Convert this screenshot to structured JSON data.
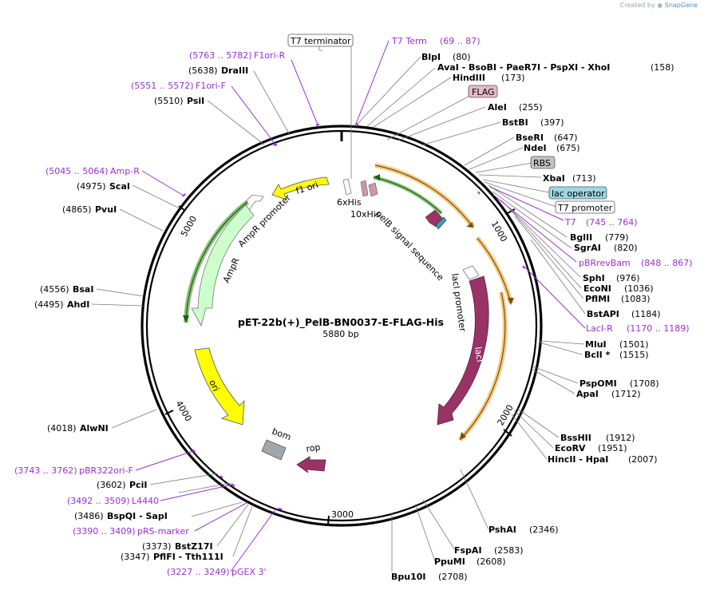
{
  "credit": {
    "prefix": "Created by",
    "brand": "SnapGene"
  },
  "plasmid": {
    "name": "pET-22b(+)_PelB-BN0037-E-FLAG-His",
    "size": "5880 bp"
  },
  "ticks": [
    "1000",
    "2000",
    "3000",
    "4000",
    "5000"
  ],
  "feature_labels": {
    "f1ori": "f1 ori",
    "ampr_promoter": "AmpR promoter",
    "ampr": "AmpR",
    "ori": "ori",
    "bom": "bom",
    "rop": "rop",
    "laci": "lacI",
    "laci_promoter": "lacI promoter",
    "pelb": "pelB signal sequence",
    "his6": "6xHis",
    "his10": "10xHis"
  },
  "sites": {
    "t7term_box": "T7 terminator",
    "t7term_primer": "T7 Term",
    "t7term_range": "(69 .. 87)",
    "blpi": "BlpI",
    "blpi_pos": "(80)",
    "avai": "AvaI  -  BsoBI  -  PaeR7I  -  PspXI  -  XhoI",
    "avai_pos": "(158)",
    "hindiii": "HindIII",
    "hindiii_pos": "(173)",
    "flag": "FLAG",
    "alei": "AleI",
    "alei_pos": "(255)",
    "bstbi": "BstBI",
    "bstbi_pos": "(397)",
    "bseri": "BseRI",
    "bseri_pos": "(647)",
    "ndei": "NdeI",
    "ndei_pos": "(675)",
    "rbs": "RBS",
    "xbai": "XbaI",
    "xbai_pos": "(713)",
    "lacop": "lac operator",
    "t7prom": "T7 promoter",
    "t7": "T7",
    "t7_range": "(745 .. 764)",
    "bglii": "BglII",
    "bglii_pos": "(779)",
    "sgrai": "SgrAI",
    "sgrai_pos": "(820)",
    "pbrrevbam": "pBRrevBam",
    "pbrrevbam_range": "(848 .. 867)",
    "sphi": "SphI",
    "sphi_pos": "(976)",
    "ecoNI": "EcoNI",
    "ecoNI_pos": "(1036)",
    "pflmi": "PflMI",
    "pflmi_pos": "(1083)",
    "bstapi": "BstAPI",
    "bstapi_pos": "(1184)",
    "lacir": "LacI-R",
    "lacir_range": "(1170 .. 1189)",
    "mlui": "MluI",
    "mlui_pos": "(1501)",
    "bcli": "BclI *",
    "bcli_pos": "(1515)",
    "pspomi": "PspOMI",
    "pspomi_pos": "(1708)",
    "apai": "ApaI",
    "apai_pos": "(1712)",
    "bsshii": "BssHII",
    "bsshii_pos": "(1912)",
    "ecorv": "EcoRV",
    "ecorv_pos": "(1951)",
    "hincii": "HincII  -  HpaI",
    "hincii_pos": "(2007)",
    "pshai": "PshAI",
    "pshai_pos": "(2346)",
    "fspai": "FspAI",
    "fspai_pos": "(2583)",
    "ppumi": "PpuMI",
    "ppumi_pos": "(2608)",
    "bpu10i": "Bpu10I",
    "bpu10i_pos": "(2708)",
    "pgex3": "pGEX 3'",
    "pgex3_range": "(3227 .. 3249)",
    "pflfi": "PflFI  -  Tth111I",
    "pflfi_pos": "(3347)",
    "bstz17i": "BstZ17I",
    "bstz17i_pos": "(3373)",
    "prs": "pRS-marker",
    "prs_range": "(3390 .. 3409)",
    "bspqi": "BspQI  -  SapI",
    "bspqi_pos": "(3486)",
    "l4440": "L4440",
    "l4440_range": "(3492 .. 3509)",
    "pcii": "PciI",
    "pcii_pos": "(3602)",
    "pbr322": "pBR322ori-F",
    "pbr322_range": "(3743 .. 3762)",
    "alwni": "AlwNI",
    "alwni_pos": "(4018)",
    "ahdi": "AhdI",
    "ahdi_pos": "(4495)",
    "bsai": "BsaI",
    "bsai_pos": "(4556)",
    "pvui": "PvuI",
    "pvui_pos": "(4865)",
    "scai": "ScaI",
    "scai_pos": "(4975)",
    "ampr_primer": "Amp-R",
    "ampr_range": "(5045 .. 5064)",
    "psii": "PsiI",
    "psii_pos": "(5510)",
    "f1orif": "F1ori-F",
    "f1orif_range": "(5551 .. 5572)",
    "draiii": "DraIII",
    "draiii_pos": "(5638)",
    "f1orir": "F1ori-R",
    "f1orir_range": "(5763 .. 5782)"
  },
  "colors": {
    "yellow": "#ffff00",
    "amp_fill": "#ccffcc",
    "amp_stroke": "#2e8b10",
    "laci_fill": "#993366",
    "orange_stroke": "#f0a020",
    "primer": "#9b30d0",
    "bom": "#a0a8ad",
    "flag_box": "#e8b8c8",
    "rbs_box": "#c0c4c8",
    "lacop_box": "#9cd8e0"
  }
}
